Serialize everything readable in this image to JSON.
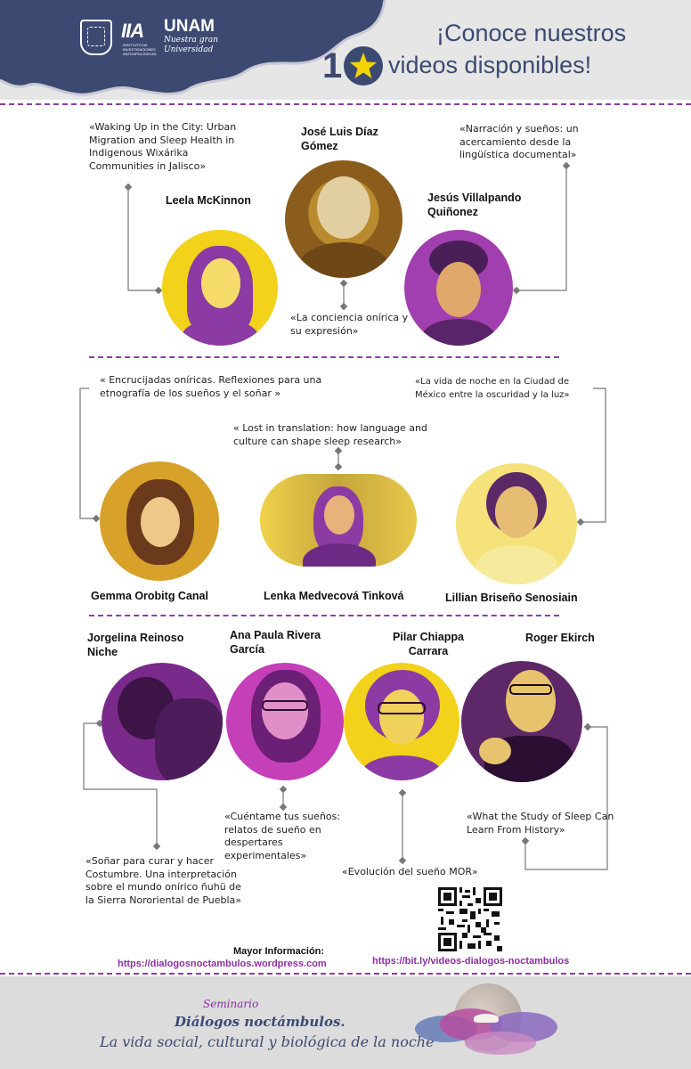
{
  "header": {
    "logo_unam_small": "UNAM",
    "logo_iia": "IIA",
    "logo_iia_sub": "INSTITUTO DE INVESTIGACIONES ANTROPOLÓGICAS",
    "logo_unam": "UNAM",
    "logo_unam_tagline": "Nuestra gran Universidad",
    "title_line1": "¡Conoce nuestros",
    "title_number_digit": "1",
    "title_line2": "videos disponibles!"
  },
  "section1": {
    "people": [
      {
        "name": "José Luis Díaz Gómez",
        "talk": "«La conciencia onírica y su expresión»"
      },
      {
        "name": "Leela McKinnon",
        "talk": "«Waking Up in the City: Urban Migration and Sleep Health in Indigenous Wixárika Communities in Jalisco»"
      },
      {
        "name": "Jesús Villalpando Quiñonez",
        "talk": "«Narración y sueños: un acercamiento desde la lingüística documental»"
      }
    ]
  },
  "section2": {
    "people": [
      {
        "name": "Gemma Orobitg Canal",
        "talk": "« Encrucijadas oníricas. Reflexiones para una etnografía de los sueños y el soñar »"
      },
      {
        "name": "Lenka Medvecová Tinková",
        "talk": "« Lost in translation: how language and culture can shape sleep research»"
      },
      {
        "name": "Lillian Briseño Senosiain",
        "talk": "«La vida de noche en la Ciudad de México entre la oscuridad y la luz»"
      }
    ]
  },
  "section3": {
    "people": [
      {
        "name": "Jorgelina Reinoso Niche",
        "talk": "«Soñar para curar y hacer Costumbre. Una interpretación sobre el mundo onírico ñuhü de la Sierra Nororiental de Puebla»"
      },
      {
        "name": "Ana Paula Rivera García",
        "talk": "«Cuéntame tus sueños: relatos de sueño en despertares experimentales»"
      },
      {
        "name": "Pilar Chiappa Carrara",
        "talk": "«Evolución del sueño MOR»"
      },
      {
        "name": "Roger Ekirch",
        "talk": "«What the Study of Sleep Can Learn From History»"
      }
    ]
  },
  "footer": {
    "more_info_label": "Mayor Información:",
    "website": "https://dialogosnoctambulos.wordpress.com",
    "videos_link": "https://bit.ly/videos-dialogos-noctambulos",
    "seminar_label": "Seminario",
    "seminar_title": "Diálogos noctámbulos.",
    "seminar_subtitle": "La vida social, cultural y biológica de la noche"
  },
  "colors": {
    "purple": "#8b2fa0",
    "yellow": "#f0d000",
    "navy": "#3c4a72",
    "grey_band": "#dcdcdc"
  }
}
